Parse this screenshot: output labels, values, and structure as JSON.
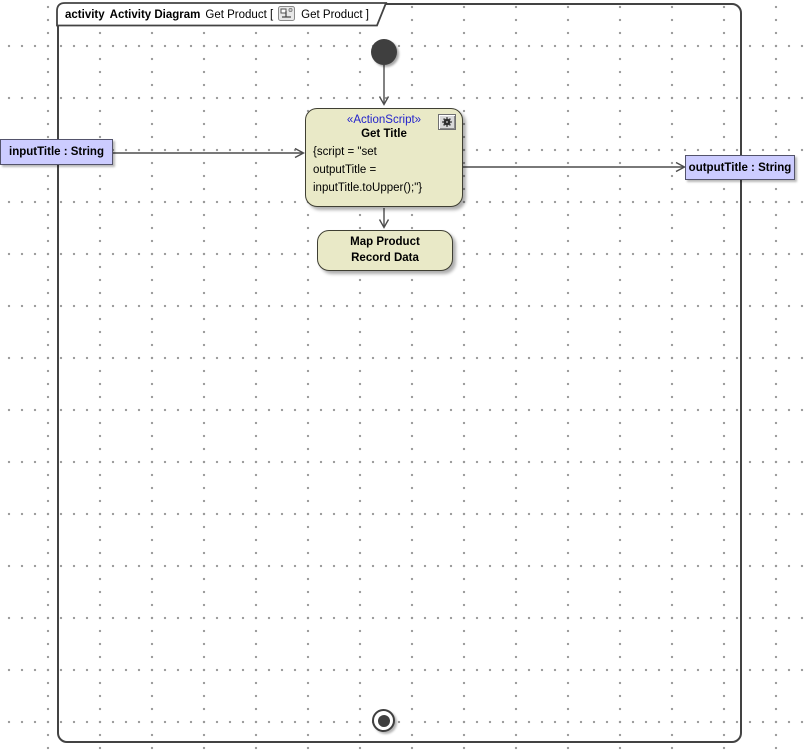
{
  "frame": {
    "header": {
      "kind": "activity",
      "diagram_type": "Activity Diagram",
      "diagram_name_open": "Get Product [",
      "diagram_name_close": "Get Product ]"
    }
  },
  "action_node": {
    "stereotype": "«ActionScript»",
    "name": "Get Title",
    "script_lines": [
      "{script = \"set",
      "outputTitle =",
      "inputTitle.toUpper();\"}"
    ]
  },
  "map_node": {
    "line1": "Map Product",
    "line2": "Record Data"
  },
  "params": {
    "input": "inputTitle : String",
    "output": "outputTitle : String"
  },
  "icons": {
    "header_icon": "activity-diagram-icon",
    "action_corner_icon": "gear-icon"
  },
  "colors": {
    "node-fill": "#E9E9C7",
    "node-border": "#3F3F33",
    "param-fill": "#CCCCFF",
    "param-border": "#53536B",
    "stereotype": "#2323CC",
    "edge": "#4D4D4D",
    "frame-border": "#434343",
    "grid-dot": "#9A9A9A",
    "initial-fill": "#3F3F3F"
  }
}
